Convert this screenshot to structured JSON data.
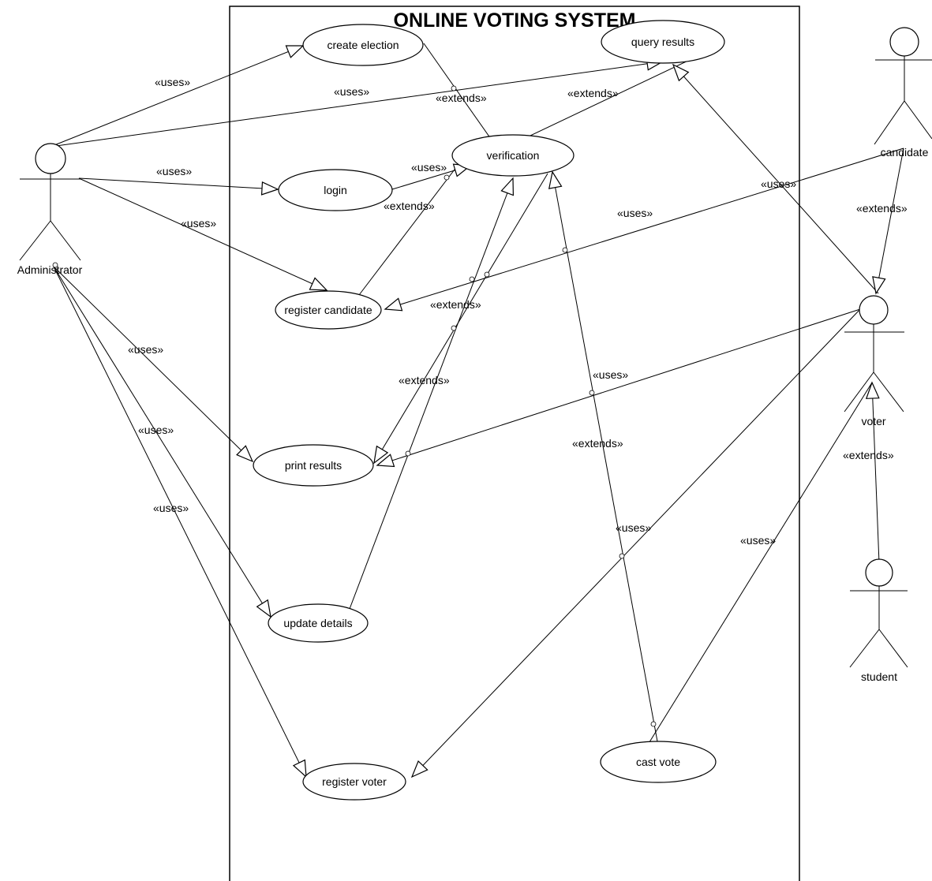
{
  "system": {
    "title": "ONLINE VOTING SYSTEM"
  },
  "actors": {
    "administrator": "Administrator",
    "candidate": "candidate",
    "voter": "voter",
    "student": "student"
  },
  "use_cases": {
    "create_election": "create election",
    "query_results": "query results",
    "verification": "verification",
    "login": "login",
    "register_candidate": "register candidate",
    "print_results": "print results",
    "update_details": "update details",
    "register_voter": "register voter",
    "cast_vote": "cast vote"
  },
  "stereotypes": {
    "uses": "«uses»",
    "extends": "«extends»"
  }
}
